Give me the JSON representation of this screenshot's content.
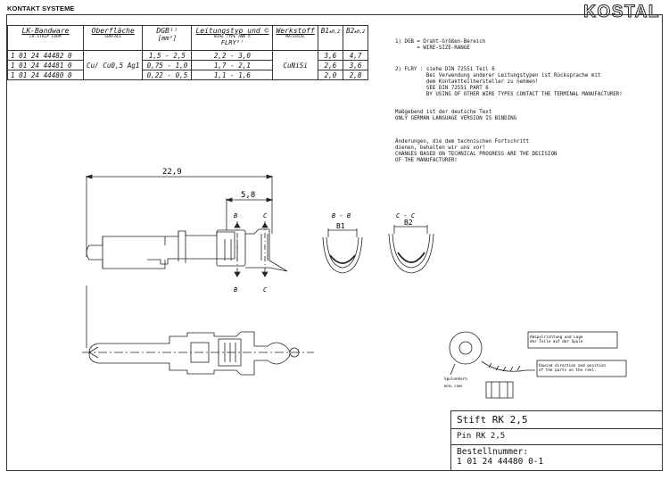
{
  "header": {
    "title": "KONTAKT SYSTEME",
    "logo": "KOSTAL"
  },
  "table": {
    "headers": [
      {
        "main": "LK-Bandware",
        "sub": "LK-STRIP FORM"
      },
      {
        "main": "Oberfläche",
        "sub": "SURFACE"
      },
      {
        "main": "DGB¹⁾",
        "sub": "[mm²]"
      },
      {
        "main": "Leitungstyp und ©",
        "sub": "WIRE TYPE AND ©",
        "sub2": "FLRY²⁾"
      },
      {
        "main": "Werkstoff",
        "sub": "MATERIAL"
      },
      {
        "main": "B1",
        "sub": "±0,2"
      },
      {
        "main": "B2",
        "sub": "±0,2"
      }
    ],
    "rows": [
      {
        "part": "1 01 24 44482 0",
        "dgb": "1,5 - 2,5",
        "wire": "2,2 - 3,0",
        "b1": "3,6",
        "b2": "4,7"
      },
      {
        "part": "1 01 24 44481 0",
        "dgb": "0,75 - 1,0",
        "wire": "1,7 - 2,1",
        "b1": "2,6",
        "b2": "3,6"
      },
      {
        "part": "1 01 24 44480 0",
        "dgb": "0,22 - 0,5",
        "wire": "1,1 - 1,6",
        "b1": "2,0",
        "b2": "2,8"
      }
    ],
    "surface": "Cu/ Cu0,5 Ag1",
    "material": "CuNiSi"
  },
  "notes": {
    "n1": "1) DGB = Draht-Größen-Bereich\n       = WIRE-SIZE-RANGE",
    "n2": "2) FLRY : siehe DIN 72551 Teil 6\n          Bei Verwendung anderer Leitungstypen ist Rücksprache mit\n          dem Kontaktteilhersteller zu nehmen!\n          SEE DIN 72551 PART 6\n          BY USING OF OTHER WIRE TYPES CONTACT THE TERMINAL MANUFACTURER!",
    "n3": "Maßgebend ist der deutsche Text\nONLY GERMAN LANGUAGE VERSION IS BINDING",
    "n4": "Änderungen, die dem technischen Fortschritt\ndienen, behalten wir uns vor!\nCHANGES BASED ON TECHNICAL PROGRESS ARE THE DECISION\nOF THE MANUFACTURER!"
  },
  "drawing": {
    "dim_total": "22,9",
    "dim_crimp": "5,8",
    "sec_b": "B",
    "sec_c": "C",
    "view_bb": "B - B",
    "view_cc": "C - C",
    "label_b1": "B1",
    "label_b2": "B2",
    "reel_box1": "Abspulrichtung und Lage\nder Teile auf der Spule",
    "reel_box2": "Unwind direction and position\nof the parts on the reel.",
    "reel_core_de": "Spulenkern",
    "reel_core_en": "REEL CORE"
  },
  "title_block": {
    "name_de": "Stift RK 2,5",
    "name_en": "Pin RK 2,5",
    "order_label": "Bestellnummer:",
    "order_number": "1 01 24 44480 0-1"
  }
}
